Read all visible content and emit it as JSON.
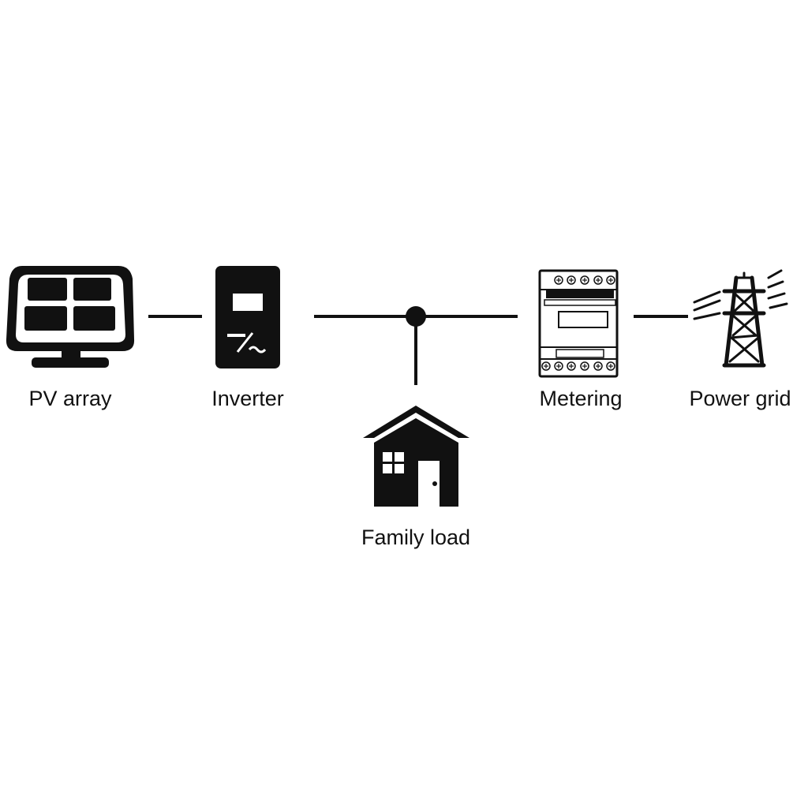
{
  "diagram": {
    "nodes": {
      "pv_array": {
        "label": "PV array",
        "icon": "solar-panel-icon"
      },
      "inverter": {
        "label": "Inverter",
        "icon": "inverter-icon"
      },
      "family_load": {
        "label": "Family load",
        "icon": "house-icon"
      },
      "metering": {
        "label": "Metering",
        "icon": "electricity-meter-icon"
      },
      "power_grid": {
        "label": "Power grid",
        "icon": "transmission-tower-icon"
      }
    },
    "connections": [
      {
        "from": "pv_array",
        "to": "inverter"
      },
      {
        "from": "inverter",
        "to": "junction"
      },
      {
        "from": "junction",
        "to": "metering"
      },
      {
        "from": "junction",
        "to": "family_load"
      },
      {
        "from": "metering",
        "to": "power_grid"
      }
    ],
    "colors": {
      "ink": "#111111",
      "background": "#ffffff"
    }
  }
}
